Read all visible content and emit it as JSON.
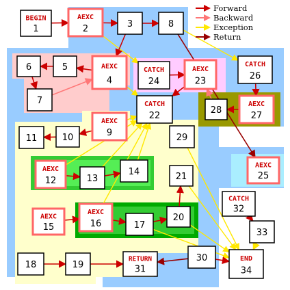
{
  "legend": [
    {
      "label": "Forward",
      "color": "#cc0000"
    },
    {
      "label": "Backward",
      "color": "#ff7777"
    },
    {
      "label": "Exception",
      "color": "#ffe800"
    },
    {
      "label": "Return",
      "color": "#990000"
    }
  ],
  "colors": {
    "region_blue": "#99ccff",
    "region_pink": "#ffcccc",
    "region_yellow": "#ffffcc",
    "region_green": "#33cc33",
    "region_bright_green": "#55ee55",
    "region_violet": "#ffccff",
    "region_olive": "#999900",
    "region_cyan": "#aaeeff",
    "label_red": "#cc0000"
  },
  "nodes": [
    {
      "id": "n1",
      "num": "1",
      "label": "BEGIN"
    },
    {
      "id": "n2",
      "num": "2",
      "label": "AEXC"
    },
    {
      "id": "n3",
      "num": "3",
      "label": ""
    },
    {
      "id": "n4",
      "num": "4",
      "label": "AEXC"
    },
    {
      "id": "n5",
      "num": "5",
      "label": ""
    },
    {
      "id": "n6",
      "num": "6",
      "label": ""
    },
    {
      "id": "n7",
      "num": "7",
      "label": ""
    },
    {
      "id": "n8",
      "num": "8",
      "label": ""
    },
    {
      "id": "n9",
      "num": "9",
      "label": "AEXC"
    },
    {
      "id": "n10",
      "num": "10",
      "label": ""
    },
    {
      "id": "n11",
      "num": "11",
      "label": ""
    },
    {
      "id": "n12",
      "num": "12",
      "label": "AEXC"
    },
    {
      "id": "n13",
      "num": "13",
      "label": ""
    },
    {
      "id": "n14",
      "num": "14",
      "label": ""
    },
    {
      "id": "n15",
      "num": "15",
      "label": "AEXC"
    },
    {
      "id": "n16",
      "num": "16",
      "label": "AEXC"
    },
    {
      "id": "n17",
      "num": "17",
      "label": ""
    },
    {
      "id": "n18",
      "num": "18",
      "label": ""
    },
    {
      "id": "n19",
      "num": "19",
      "label": ""
    },
    {
      "id": "n20",
      "num": "20",
      "label": ""
    },
    {
      "id": "n21",
      "num": "21",
      "label": ""
    },
    {
      "id": "n22",
      "num": "22",
      "label": "CATCH"
    },
    {
      "id": "n23",
      "num": "23",
      "label": "AEXC"
    },
    {
      "id": "n24",
      "num": "24",
      "label": "CATCH"
    },
    {
      "id": "n25",
      "num": "25",
      "label": "AEXC"
    },
    {
      "id": "n26",
      "num": "26",
      "label": "CATCH"
    },
    {
      "id": "n27",
      "num": "27",
      "label": "AEXC"
    },
    {
      "id": "n28",
      "num": "28",
      "label": ""
    },
    {
      "id": "n29",
      "num": "29",
      "label": ""
    },
    {
      "id": "n30",
      "num": "30",
      "label": ""
    },
    {
      "id": "n31",
      "num": "31",
      "label": "RETURN"
    },
    {
      "id": "n32",
      "num": "32",
      "label": "CATCH"
    },
    {
      "id": "n33",
      "num": "33",
      "label": ""
    },
    {
      "id": "n34",
      "num": "34",
      "label": "END"
    }
  ],
  "edges": [
    {
      "from": "n1",
      "to": "n2",
      "kind": "Forward"
    },
    {
      "from": "n2",
      "to": "n3",
      "kind": "Forward"
    },
    {
      "from": "n3",
      "to": "n8",
      "kind": "Forward"
    },
    {
      "from": "n3",
      "to": "n4",
      "kind": "Forward"
    },
    {
      "from": "n4",
      "to": "n5",
      "kind": "Forward"
    },
    {
      "from": "n5",
      "to": "n6",
      "kind": "Forward"
    },
    {
      "from": "n6",
      "to": "n7",
      "kind": "Forward"
    },
    {
      "from": "n7",
      "to": "n4",
      "kind": "Backward"
    },
    {
      "from": "n9",
      "to": "n10",
      "kind": "Forward"
    },
    {
      "from": "n10",
      "to": "n11",
      "kind": "Forward"
    },
    {
      "from": "n12",
      "to": "n13",
      "kind": "Forward"
    },
    {
      "from": "n13",
      "to": "n14",
      "kind": "Forward"
    },
    {
      "from": "n15",
      "to": "n16",
      "kind": "Forward"
    },
    {
      "from": "n16",
      "to": "n17",
      "kind": "Forward"
    },
    {
      "from": "n17",
      "to": "n20",
      "kind": "Forward"
    },
    {
      "from": "n20",
      "to": "n21",
      "kind": "Forward"
    },
    {
      "from": "n18",
      "to": "n19",
      "kind": "Forward"
    },
    {
      "from": "n19",
      "to": "n31",
      "kind": "Forward"
    },
    {
      "from": "n30",
      "to": "n31",
      "kind": "Return"
    },
    {
      "from": "n30",
      "to": "n34",
      "kind": "Forward"
    },
    {
      "from": "n24",
      "to": "n23",
      "kind": "Forward"
    },
    {
      "from": "n23",
      "to": "n22",
      "kind": "Forward"
    },
    {
      "from": "n26",
      "to": "n27",
      "kind": "Forward"
    },
    {
      "from": "n27",
      "to": "n28",
      "kind": "Forward"
    },
    {
      "from": "n28",
      "to": "n23",
      "kind": "Backward"
    },
    {
      "from": "n8",
      "to": "n25",
      "kind": "Return"
    },
    {
      "from": "n32",
      "to": "n33",
      "kind": "Forward"
    },
    {
      "from": "n33",
      "to": "n34",
      "kind": "Exception"
    }
  ]
}
